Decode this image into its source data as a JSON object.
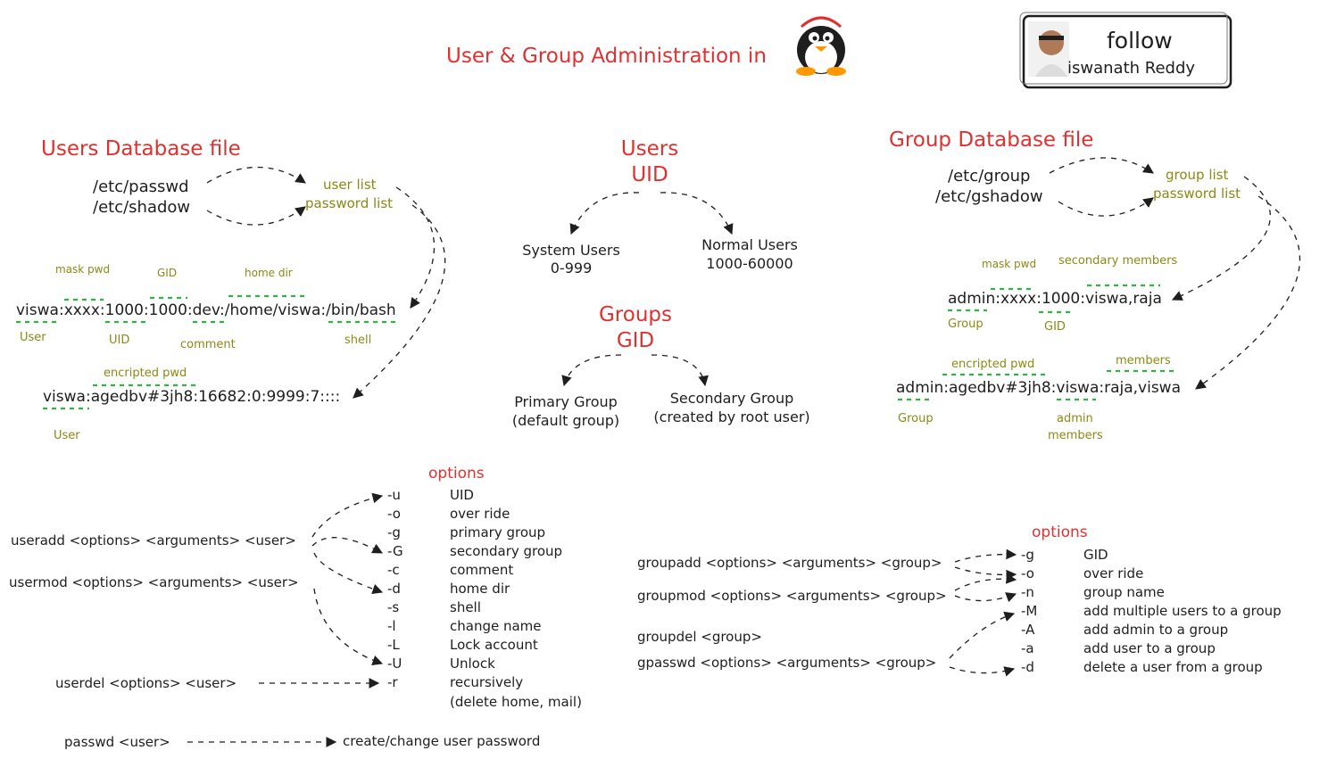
{
  "header": {
    "title": "User & Group Administration in",
    "follow": "follow",
    "author": "iswanath Reddy",
    "avatar_icon": "person-photo-icon",
    "penguin_icon": "linux-penguin-icon"
  },
  "users_db": {
    "title": "Users Database file",
    "file_passwd": "/etc/passwd",
    "file_shadow": "/etc/shadow",
    "user_list": "user list",
    "password_list": "password list",
    "passwd_line": "viswa:xxxx:1000:1000:dev:/home/viswa:/bin/bash",
    "shadow_line": "viswa:agedbv#3jh8:16682:0:9999:7::::",
    "labels": {
      "mask_pwd": "mask pwd",
      "gid": "GID",
      "home_dir": "home dir",
      "user": "User",
      "uid": "UID",
      "comment": "comment",
      "shell": "shell",
      "encripted_pwd": "encripted pwd",
      "user2": "User"
    }
  },
  "center": {
    "users_title": "Users",
    "users_subtitle": "UID",
    "system_users": "System Users",
    "system_range": "0-999",
    "normal_users": "Normal Users",
    "normal_range": "1000-60000",
    "groups_title": "Groups",
    "groups_subtitle": "GID",
    "primary_group": "Primary Group",
    "primary_note": "(default group)",
    "secondary_group": "Secondary Group",
    "secondary_note": "(created by root user)"
  },
  "group_db": {
    "title": "Group Database file",
    "file_group": "/etc/group",
    "file_gshadow": "/etc/gshadow",
    "group_list": "group list",
    "password_list": "password list",
    "group_line": "admin:xxxx:1000:viswa,raja",
    "gshadow_line": "admin:agedbv#3jh8:viswa:raja,viswa",
    "labels": {
      "mask_pwd": "mask pwd",
      "secondary_members": "secondary members",
      "group": "Group",
      "gid": "GID",
      "encripted_pwd": "encripted pwd",
      "members": "members",
      "group2": "Group",
      "admin": "admin",
      "admin_members": "members"
    }
  },
  "user_cmds": {
    "useradd": "useradd <options> <arguments> <user>",
    "usermod": "usermod <options> <arguments> <user>",
    "userdel": "userdel <options> <user>",
    "passwd": "passwd <user>",
    "passwd_desc": "create/change user password",
    "options_title": "options",
    "options": [
      {
        "flag": "-u",
        "desc": "UID"
      },
      {
        "flag": "-o",
        "desc": "over ride"
      },
      {
        "flag": "-g",
        "desc": "primary group"
      },
      {
        "flag": "-G",
        "desc": "secondary group"
      },
      {
        "flag": "-c",
        "desc": "comment"
      },
      {
        "flag": "-d",
        "desc": "home dir"
      },
      {
        "flag": "-s",
        "desc": "shell"
      },
      {
        "flag": "-l",
        "desc": "change name"
      },
      {
        "flag": "-L",
        "desc": "Lock account"
      },
      {
        "flag": "-U",
        "desc": "Unlock"
      },
      {
        "flag": "-r",
        "desc": "recursively"
      }
    ],
    "r_note": "(delete home, mail)"
  },
  "group_cmds": {
    "groupadd": "groupadd <options> <arguments> <group>",
    "groupmod": "groupmod <options> <arguments> <group>",
    "groupdel": "groupdel <group>",
    "gpasswd": "gpasswd <options> <arguments> <group>",
    "options_title": "options",
    "options": [
      {
        "flag": "-g",
        "desc": "GID"
      },
      {
        "flag": "-o",
        "desc": "over ride"
      },
      {
        "flag": "-n",
        "desc": "group name"
      },
      {
        "flag": "-M",
        "desc": "add multiple users to a group"
      },
      {
        "flag": "-A",
        "desc": "add admin to a group"
      },
      {
        "flag": "-a",
        "desc": "add user to a group"
      },
      {
        "flag": "-d",
        "desc": "delete a user from a group"
      }
    ]
  },
  "colors": {
    "red": "#e03131",
    "olive": "#8a8a14",
    "green": "#2fb344",
    "ink": "#1e1e1e"
  }
}
